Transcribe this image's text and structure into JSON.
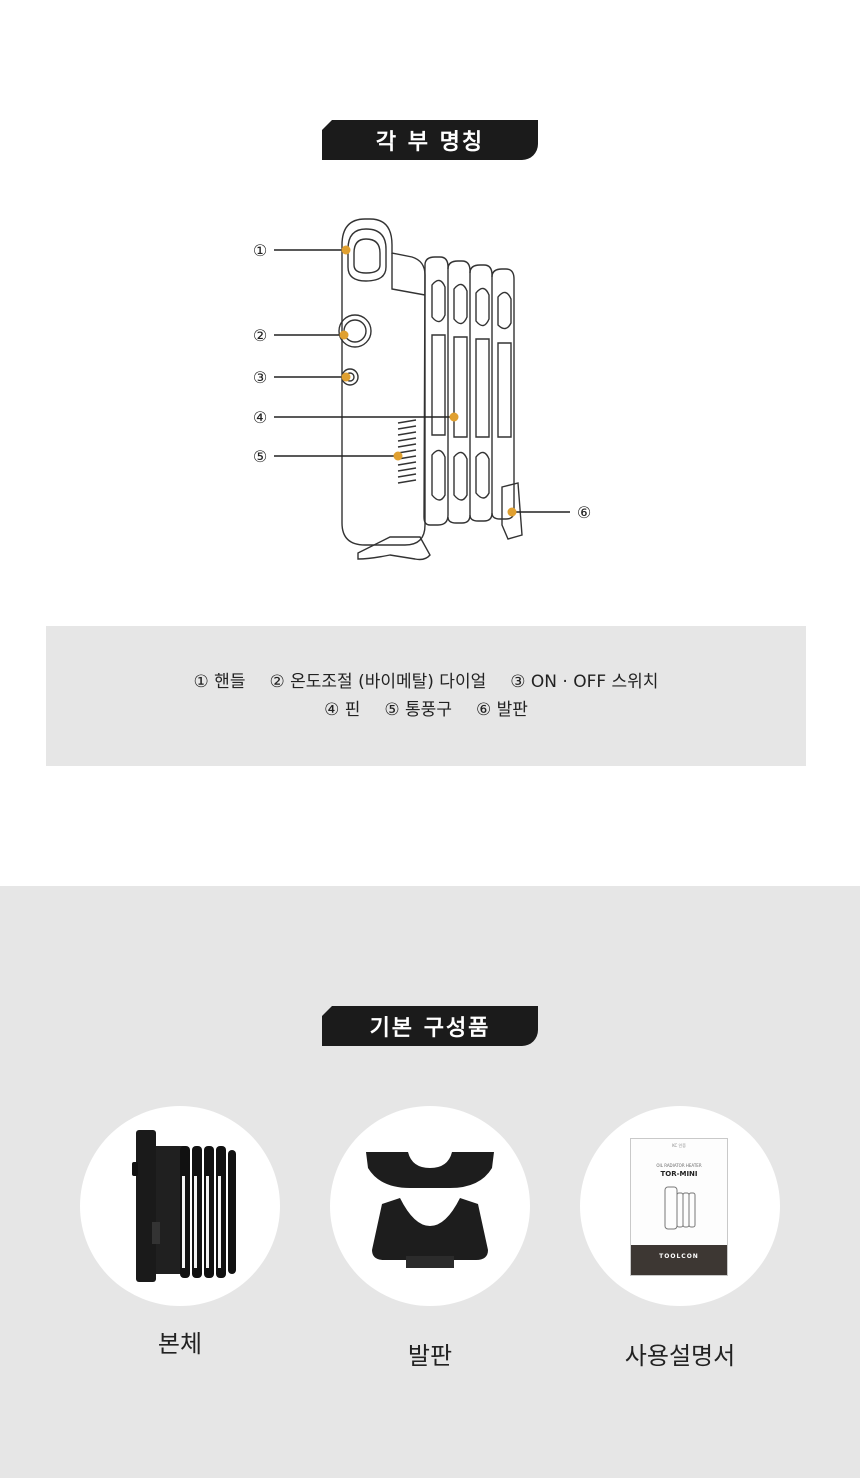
{
  "parts_section": {
    "title": "각 부 명칭",
    "callouts": [
      "①",
      "②",
      "③",
      "④",
      "⑤",
      "⑥"
    ],
    "legend_row1": [
      "① 핸들",
      "② 온도조절 (바이메탈) 다이얼",
      "③ ON · OFF 스위치"
    ],
    "legend_row2": [
      "④ 핀",
      "⑤ 통풍구",
      "⑥ 발판"
    ]
  },
  "kit_section": {
    "title": "기본 구성품",
    "items": [
      {
        "label": "본체",
        "icon": "heater-body-photo"
      },
      {
        "label": "발판",
        "icon": "heater-feet-photo"
      },
      {
        "label": "사용설명서",
        "icon": "manual-photo"
      }
    ],
    "manual": {
      "top_text": "KC 인증",
      "subtitle": "OIL RADIATOR HEATER",
      "model": "TOR-MINI",
      "brand": "TOOLCON"
    }
  },
  "colors": {
    "tag_bg": "#1b1b1b",
    "accent_dot": "#e0a030",
    "panel_bg": "#e6e6e6"
  }
}
